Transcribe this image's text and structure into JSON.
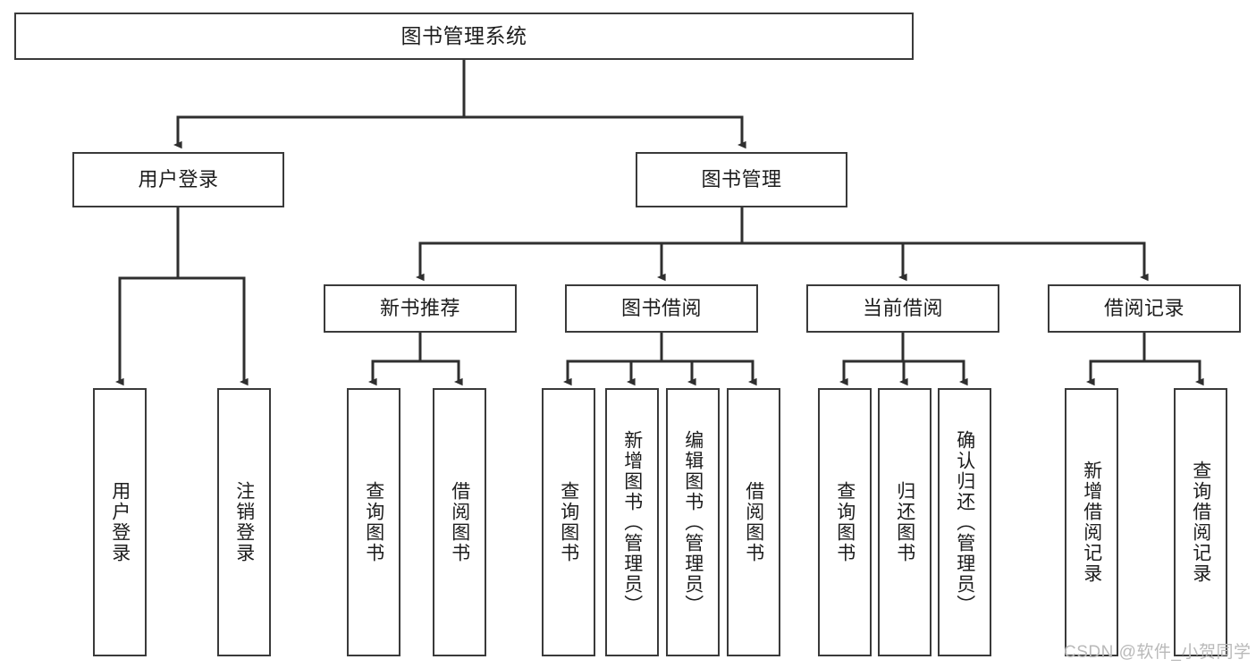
{
  "diagram": {
    "title": "图书管理系统",
    "type": "tree-structure-chart",
    "colors": {
      "node_border": "#3a3a3a",
      "node_fill": "#ffffff",
      "edge": "#2f2f2f",
      "text": "#1d1d1d",
      "watermark": "#b9b9b9",
      "background": "#ffffff"
    },
    "watermark": "CSDN @软件_小贺同学",
    "nodes": {
      "root": {
        "label": "图书管理系统"
      },
      "level2": [
        {
          "id": "user-login",
          "label": "用户登录"
        },
        {
          "id": "book-manage",
          "label": "图书管理"
        }
      ],
      "level3": [
        {
          "id": "new-book-recommend",
          "label": "新书推荐"
        },
        {
          "id": "book-borrow",
          "label": "图书借阅"
        },
        {
          "id": "current-borrow",
          "label": "当前借阅"
        },
        {
          "id": "borrow-record",
          "label": "借阅记录"
        }
      ],
      "leaves": [
        {
          "id": "leaf-user-login",
          "label": "用户登录",
          "parent": "user-login"
        },
        {
          "id": "leaf-logout-login",
          "label": "注销登录",
          "parent": "user-login"
        },
        {
          "id": "leaf-query-book-1",
          "label": "查询图书",
          "parent": "new-book-recommend"
        },
        {
          "id": "leaf-borrow-book-1",
          "label": "借阅图书",
          "parent": "new-book-recommend"
        },
        {
          "id": "leaf-query-book-2",
          "label": "查询图书",
          "parent": "book-borrow"
        },
        {
          "id": "leaf-add-book",
          "label": "新增图书（管理员）",
          "parent": "book-borrow"
        },
        {
          "id": "leaf-edit-book",
          "label": "编辑图书（管理员）",
          "parent": "book-borrow"
        },
        {
          "id": "leaf-borrow-book-2",
          "label": "借阅图书",
          "parent": "book-borrow"
        },
        {
          "id": "leaf-query-book-3",
          "label": "查询图书",
          "parent": "current-borrow"
        },
        {
          "id": "leaf-return-book",
          "label": "归还图书",
          "parent": "current-borrow"
        },
        {
          "id": "leaf-confirm-return",
          "label": "确认归还（管理员）",
          "parent": "current-borrow"
        },
        {
          "id": "leaf-add-borrow-record",
          "label": "新增借阅记录",
          "parent": "borrow-record"
        },
        {
          "id": "leaf-query-borrow-record",
          "label": "查询借阅记录",
          "parent": "borrow-record"
        }
      ]
    }
  }
}
